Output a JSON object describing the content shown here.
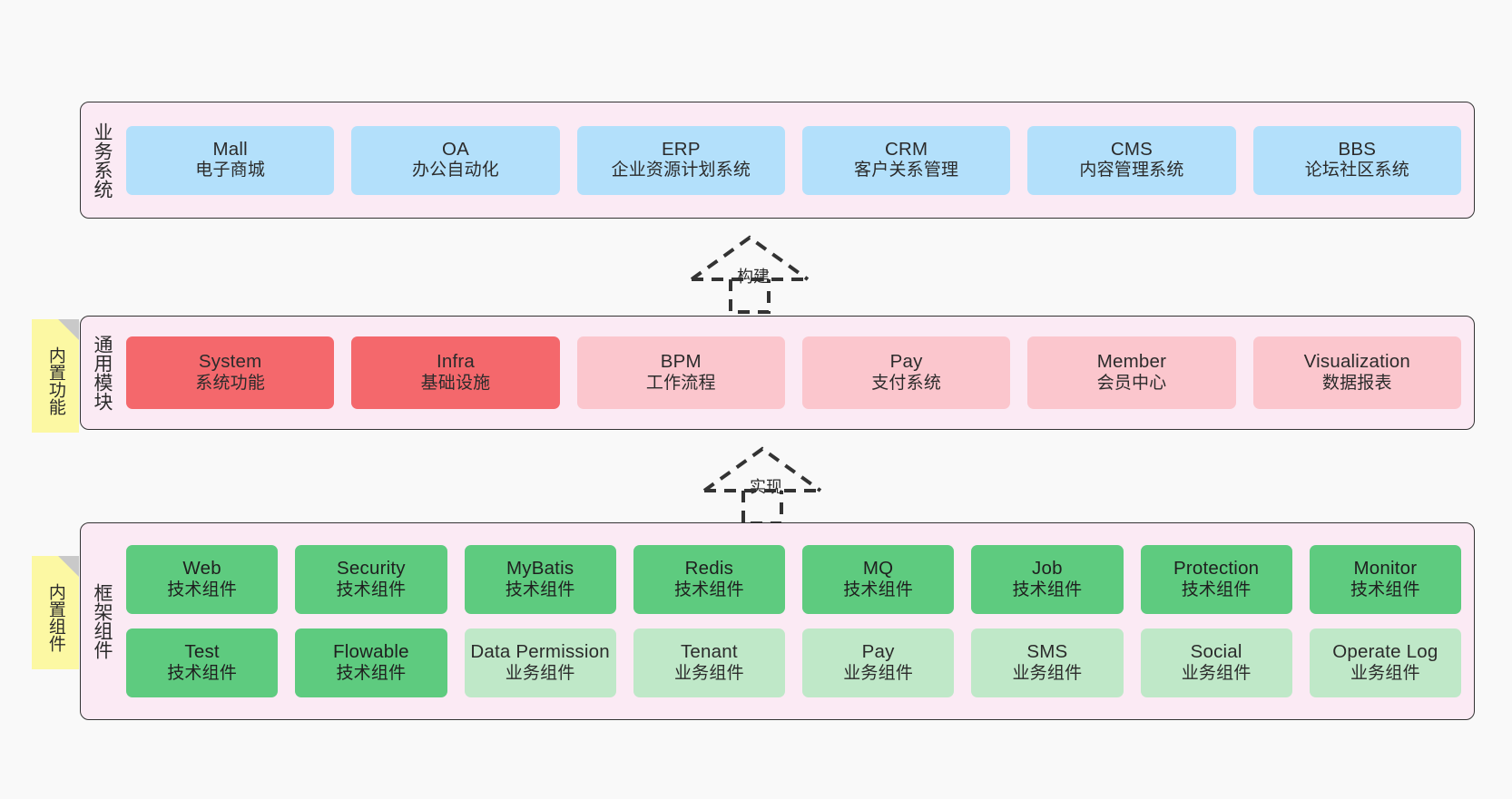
{
  "diagram": {
    "title_layers": [
      "业务系统",
      "通用模块",
      "框架组件"
    ],
    "colors": {
      "container_bg": "#fbeaf4",
      "container_border": "#333333",
      "business_card": "#b3e0fb",
      "module_core": "#f4686c",
      "module_optional": "#fbc6cd",
      "component_tech": "#5ecb7f",
      "component_business": "#bfe8c8",
      "note_bg": "#fcf8a3",
      "note_fold": "#c9c9c9",
      "page_bg": "#f9f9f9"
    }
  },
  "business_layer": {
    "label": "业务系统",
    "cards": [
      {
        "name": "Mall",
        "desc": "电子商城"
      },
      {
        "name": "OA",
        "desc": "办公自动化"
      },
      {
        "name": "ERP",
        "desc": "企业资源计划系统"
      },
      {
        "name": "CRM",
        "desc": "客户关系管理"
      },
      {
        "name": "CMS",
        "desc": "内容管理系统"
      },
      {
        "name": "BBS",
        "desc": "论坛社区系统"
      }
    ]
  },
  "arrow_build": {
    "label": "构建",
    "icon": "hollow-triangle-up-dashed"
  },
  "arrow_implement": {
    "label": "实现",
    "icon": "hollow-triangle-up-dashed"
  },
  "module_layer": {
    "label": "通用模块",
    "note": "内置功能",
    "cards": [
      {
        "name": "System",
        "desc": "系统功能",
        "style": "core"
      },
      {
        "name": "Infra",
        "desc": "基础设施",
        "style": "core"
      },
      {
        "name": "BPM",
        "desc": "工作流程",
        "style": "optional"
      },
      {
        "name": "Pay",
        "desc": "支付系统",
        "style": "optional"
      },
      {
        "name": "Member",
        "desc": "会员中心",
        "style": "optional"
      },
      {
        "name": "Visualization",
        "desc": "数据报表",
        "style": "optional"
      }
    ]
  },
  "framework_layer": {
    "label": "框架组件",
    "note": "内置组件",
    "row1": [
      {
        "name": "Web",
        "desc": "技术组件",
        "style": "tech"
      },
      {
        "name": "Security",
        "desc": "技术组件",
        "style": "tech"
      },
      {
        "name": "MyBatis",
        "desc": "技术组件",
        "style": "tech"
      },
      {
        "name": "Redis",
        "desc": "技术组件",
        "style": "tech"
      },
      {
        "name": "MQ",
        "desc": "技术组件",
        "style": "tech"
      },
      {
        "name": "Job",
        "desc": "技术组件",
        "style": "tech"
      },
      {
        "name": "Protection",
        "desc": "技术组件",
        "style": "tech"
      },
      {
        "name": "Monitor",
        "desc": "技术组件",
        "style": "tech"
      }
    ],
    "row2": [
      {
        "name": "Test",
        "desc": "技术组件",
        "style": "tech"
      },
      {
        "name": "Flowable",
        "desc": "技术组件",
        "style": "tech"
      },
      {
        "name": "Data Permission",
        "desc": "业务组件",
        "style": "business"
      },
      {
        "name": "Tenant",
        "desc": "业务组件",
        "style": "business"
      },
      {
        "name": "Pay",
        "desc": "业务组件",
        "style": "business"
      },
      {
        "name": "SMS",
        "desc": "业务组件",
        "style": "business"
      },
      {
        "name": "Social",
        "desc": "业务组件",
        "style": "business"
      },
      {
        "name": "Operate Log",
        "desc": "业务组件",
        "style": "business"
      }
    ]
  }
}
